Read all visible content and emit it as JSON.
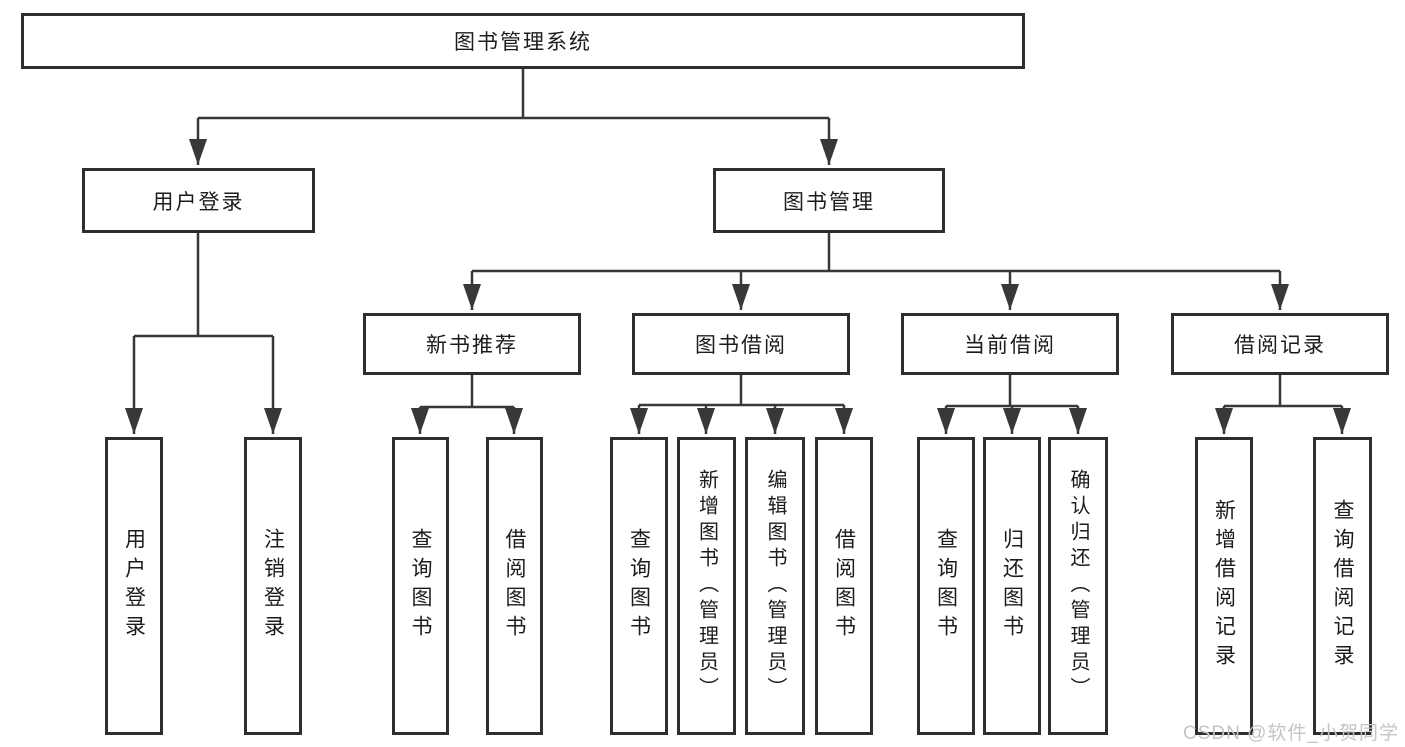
{
  "diagram": {
    "type": "tree",
    "title": "图书管理系统",
    "watermark": "CSDN @软件_小贺同学",
    "colors": {
      "line": "#383838",
      "box_border": "#2e2e2e",
      "box_fill": "#ffffff",
      "text": "#1c1c1c",
      "watermark": "#c4c4ca",
      "background": "#ffffff"
    },
    "root": {
      "label": "图书管理系统"
    },
    "level2": [
      {
        "label": "用户登录"
      },
      {
        "label": "图书管理"
      }
    ],
    "level3": [
      {
        "label": "新书推荐",
        "parent": "图书管理"
      },
      {
        "label": "图书借阅",
        "parent": "图书管理"
      },
      {
        "label": "当前借阅",
        "parent": "图书管理"
      },
      {
        "label": "借阅记录",
        "parent": "图书管理"
      }
    ],
    "leaves": [
      {
        "label": "用户登录",
        "parent": "用户登录"
      },
      {
        "label": "注销登录",
        "parent": "用户登录"
      },
      {
        "label": "查询图书",
        "parent": "新书推荐"
      },
      {
        "label": "借阅图书",
        "parent": "新书推荐"
      },
      {
        "label": "查询图书",
        "parent": "图书借阅"
      },
      {
        "label": "新增图书（管理员）",
        "parent": "图书借阅"
      },
      {
        "label": "编辑图书（管理员）",
        "parent": "图书借阅"
      },
      {
        "label": "借阅图书",
        "parent": "图书借阅"
      },
      {
        "label": "查询图书",
        "parent": "当前借阅"
      },
      {
        "label": "归还图书",
        "parent": "当前借阅"
      },
      {
        "label": "确认归还（管理员）",
        "parent": "当前借阅"
      },
      {
        "label": "新增借阅记录",
        "parent": "借阅记录"
      },
      {
        "label": "查询借阅记录",
        "parent": "借阅记录"
      }
    ]
  }
}
